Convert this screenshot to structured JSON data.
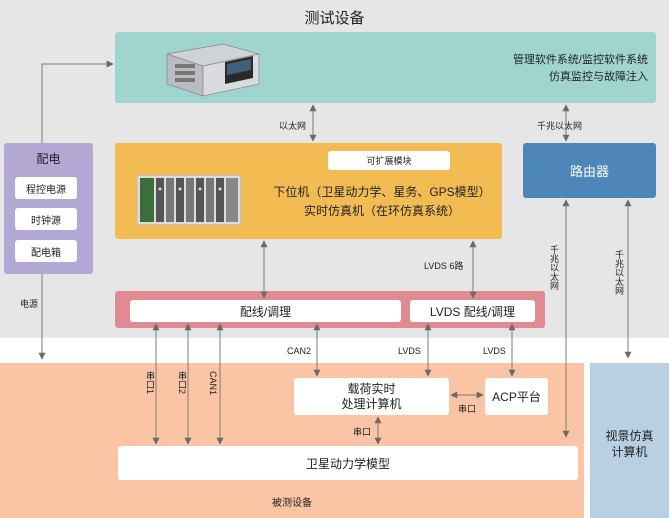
{
  "test_equipment": {
    "title": "测试设备"
  },
  "management": {
    "line1": "管理软件系统/监控软件系统",
    "line2": "仿真监控与故障注入"
  },
  "lower_machine": {
    "expand_module": "可扩展模块",
    "line1": "下位机（卫星动力学、星务、GPS模型）",
    "line2": "实时仿真机（在环仿真系统）"
  },
  "router": {
    "label": "路由器"
  },
  "power_distribution": {
    "title": "配电",
    "items": [
      "程控电源",
      "时钟源",
      "配电箱"
    ]
  },
  "wiring": {
    "left": "配线/调理",
    "right": "LVDS 配线/调理"
  },
  "device_under_test": {
    "title": "被测设备"
  },
  "payload_computer": {
    "line1": "载荷实时",
    "line2": "处理计算机"
  },
  "acp_platform": {
    "label": "ACP平台"
  },
  "satellite_model": {
    "label": "卫星动力学模型"
  },
  "visual_computer": {
    "line1": "视景仿真",
    "line2": "计算机"
  },
  "connection_labels": {
    "ethernet": "以太网",
    "gigabit_ethernet": "千兆以太网",
    "gigabit_vertical": "千兆以太网",
    "gigabit_vertical_2": "千兆以太网",
    "lvds6": "LVDS 6路",
    "power": "电源",
    "can2": "CAN2",
    "lvds_a": "LVDS",
    "lvds_b": "LVDS",
    "serial1": "串口1",
    "serial2": "串口2",
    "can1": "CAN1",
    "serial_acp": "串口",
    "serial_model": "串口"
  },
  "colors": {
    "test_panel": "#e6e6e7",
    "management": "#9fd4cf",
    "lower_machine": "#f2bc52",
    "router": "#4f86b9",
    "power": "#b2a8d3",
    "wiring": "#e18a91",
    "dut_panel": "#fbc4a4",
    "visual_panel": "#b8d0e2"
  }
}
